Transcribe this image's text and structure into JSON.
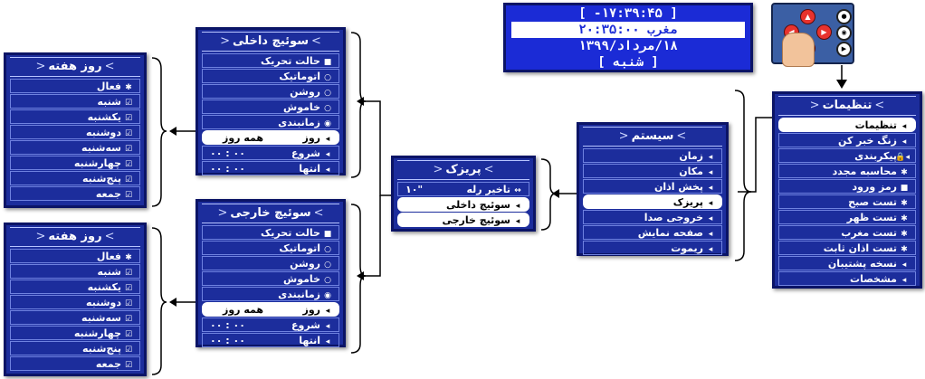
{
  "lcd": {
    "line1": "[ ۱۷:۳۹:۴۵- ]",
    "line2": "مغرب ۲۰:۳۵:۰۰",
    "line3": "۱۸/مرداد/۱۳۹۹",
    "line4": "[ شنبه ]"
  },
  "settings": {
    "title": "تنظیمات",
    "items": [
      "تنظیمات",
      "زنگ خبر کن",
      "پیکربندی",
      "محاسبه مجدد",
      "رمز ورود",
      "تست صبح",
      "تست ظهر",
      "تست مغرب",
      "تست اذان ثابت",
      "نسخه پشتیبان",
      "مشخصات"
    ]
  },
  "system": {
    "title": "سیستم",
    "items": [
      "زمان",
      "مکان",
      "پخش اذان",
      "پریزک",
      "خروجی صدا",
      "صفحه نمایش",
      "ریموت"
    ]
  },
  "outlet": {
    "title": "پریزک",
    "delay_label": "تاخیر رله",
    "delay_value": "۱۰\"",
    "items": [
      "سوئیچ داخلی",
      "سوئیچ خارجی"
    ]
  },
  "switch_internal": {
    "title": "سوئیچ داخلی",
    "items": [
      "حالت تحریک",
      "اتوماتیک",
      "روشن",
      "خاموش",
      "زمانبندی"
    ],
    "day_label": "روز",
    "day_value": "همه روز",
    "start_label": "شروع",
    "start_value": "۰۰ : ۰۰",
    "end_label": "انتها",
    "end_value": "۰۰ : ۰۰"
  },
  "switch_external": {
    "title": "سوئیچ خارجی",
    "items": [
      "حالت تحریک",
      "اتوماتیک",
      "روشن",
      "خاموش",
      "زمانبندی"
    ],
    "day_label": "روز",
    "day_value": "همه روز",
    "start_label": "شروع",
    "start_value": "۰۰ : ۰۰",
    "end_label": "انتها",
    "end_value": "۰۰ : ۰۰"
  },
  "weekday_top": {
    "title": "روز هفته",
    "items": [
      "فعال",
      "شنبه",
      "یکشنبه",
      "دوشنبه",
      "سه‌شنبه",
      "چهارشنبه",
      "پنج‌شنبه",
      "جمعه"
    ]
  },
  "weekday_bottom": {
    "title": "روز هفته",
    "items": [
      "فعال",
      "شنبه",
      "یکشنبه",
      "دوشنبه",
      "سه‌شنبه",
      "چهارشنبه",
      "پنج‌شنبه",
      "جمعه"
    ]
  },
  "colors": {
    "panel": "#1c2d9c",
    "lcd": "#1b2bd6",
    "key": "#e8322d"
  }
}
